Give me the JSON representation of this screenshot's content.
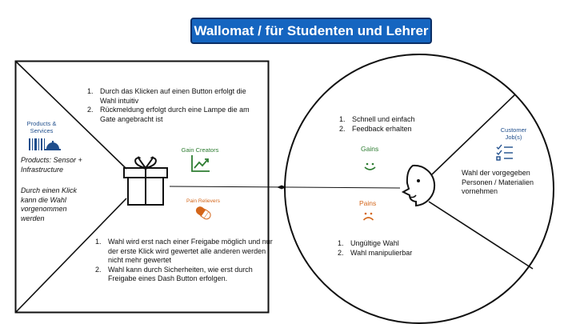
{
  "title": "Wallomat / für Studenten und Lehrer",
  "value_map": {
    "products_label": "Products & Services",
    "products_desc": "Products: Sensor + Infrastructure",
    "products_note": "Durch einen Klick kann die Wahl vorgenommen werden",
    "gain_creators_label": "Gain Creators",
    "gain_creators": [
      "Durch das Klicken auf einen Button erfolgt die Wahl intuitiv",
      "Rückmeldung erfolgt durch eine Lampe die am Gate angebracht ist"
    ],
    "pain_relievers_label": "Pain Relievers",
    "pain_relievers": [
      "Wahl wird erst nach einer Freigabe möglich und nur der erste Klick wird gewertet alle anderen werden nicht mehr gewertet",
      "Wahl kann durch Sicherheiten, wie erst durch Freigabe eines Dash Button erfolgen."
    ]
  },
  "customer_profile": {
    "gains_label": "Gains",
    "gains": [
      "Schnell und einfach",
      "Feedback erhalten"
    ],
    "pains_label": "Pains",
    "pains": [
      "Ungültige Wahl",
      "Wahl manipulierbar"
    ],
    "jobs_label": "Customer Job(s)",
    "jobs": "Wahl der vorgegeben Personen / Materialien vornehmen"
  },
  "colors": {
    "title_bg": "#1565c0",
    "products": "#1f4e8c",
    "gains": "#2e7d32",
    "pains": "#d4661a"
  },
  "icons": {
    "products": "barcode-cloche-icon",
    "gain_creators": "trend-up-chart-icon",
    "pain_relievers": "pill-icon",
    "gains": "smile-icon",
    "pains": "frown-icon",
    "customer_jobs": "checklist-icon",
    "center": "gift-icon"
  }
}
